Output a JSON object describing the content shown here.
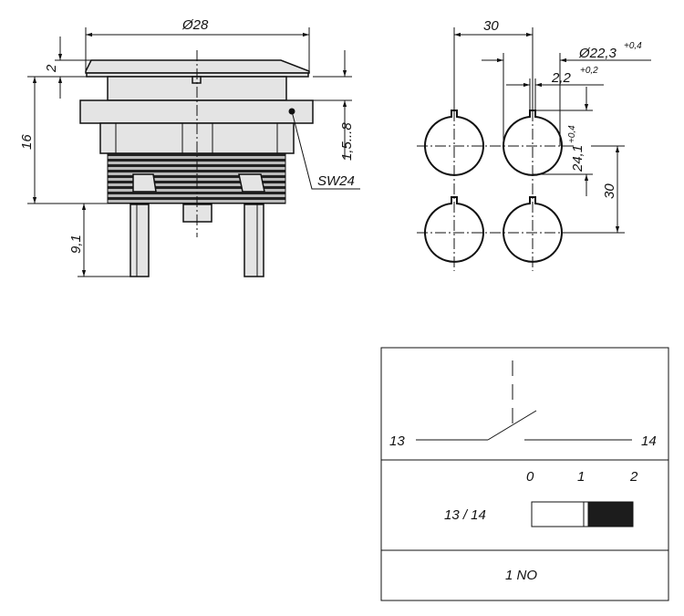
{
  "side_view": {
    "dim_diameter": "Ø28",
    "dim_cap_height": "2",
    "dim_body_height": "16",
    "dim_pin_length": "9,1",
    "dim_panel_thickness": "1,5...8",
    "wrench_size": "SW24"
  },
  "cutout": {
    "dim_spacing_horizontal": "30",
    "dim_hole_diameter": "Ø22,3",
    "dim_hole_diameter_tol": "+0,4",
    "dim_key_width": "2,2",
    "dim_key_width_tol": "+0,2",
    "dim_key_depth": "24,1",
    "dim_key_depth_tol": "+0,4",
    "dim_spacing_vertical": "30"
  },
  "contact_table": {
    "terminal_left": "13",
    "terminal_right": "14",
    "positions": [
      "0",
      "1",
      "2"
    ],
    "contact_label": "13 / 14",
    "closed_from_position": 1,
    "contact_type": "1 NO"
  }
}
